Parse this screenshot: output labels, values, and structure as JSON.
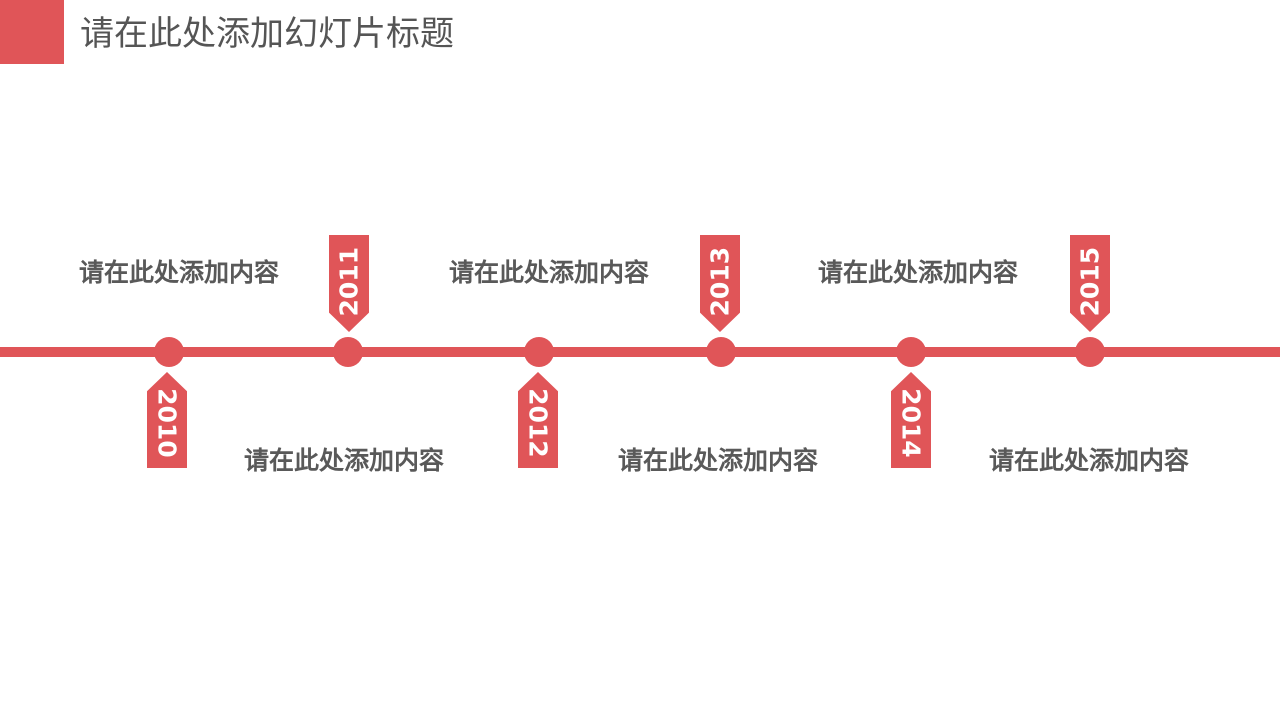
{
  "slide": {
    "title": "请在此处添加幻灯片标题",
    "accent_color": "#e05558",
    "text_color": "#595959"
  },
  "timeline": {
    "milestones": [
      {
        "year": "2010",
        "text": "请在此处添加内容"
      },
      {
        "year": "2011",
        "text": "请在此处添加内容"
      },
      {
        "year": "2012",
        "text": "请在此处添加内容"
      },
      {
        "year": "2013",
        "text": "请在此处添加内容"
      },
      {
        "year": "2014",
        "text": "请在此处添加内容"
      },
      {
        "year": "2015",
        "text": "请在此处添加内容"
      }
    ]
  }
}
